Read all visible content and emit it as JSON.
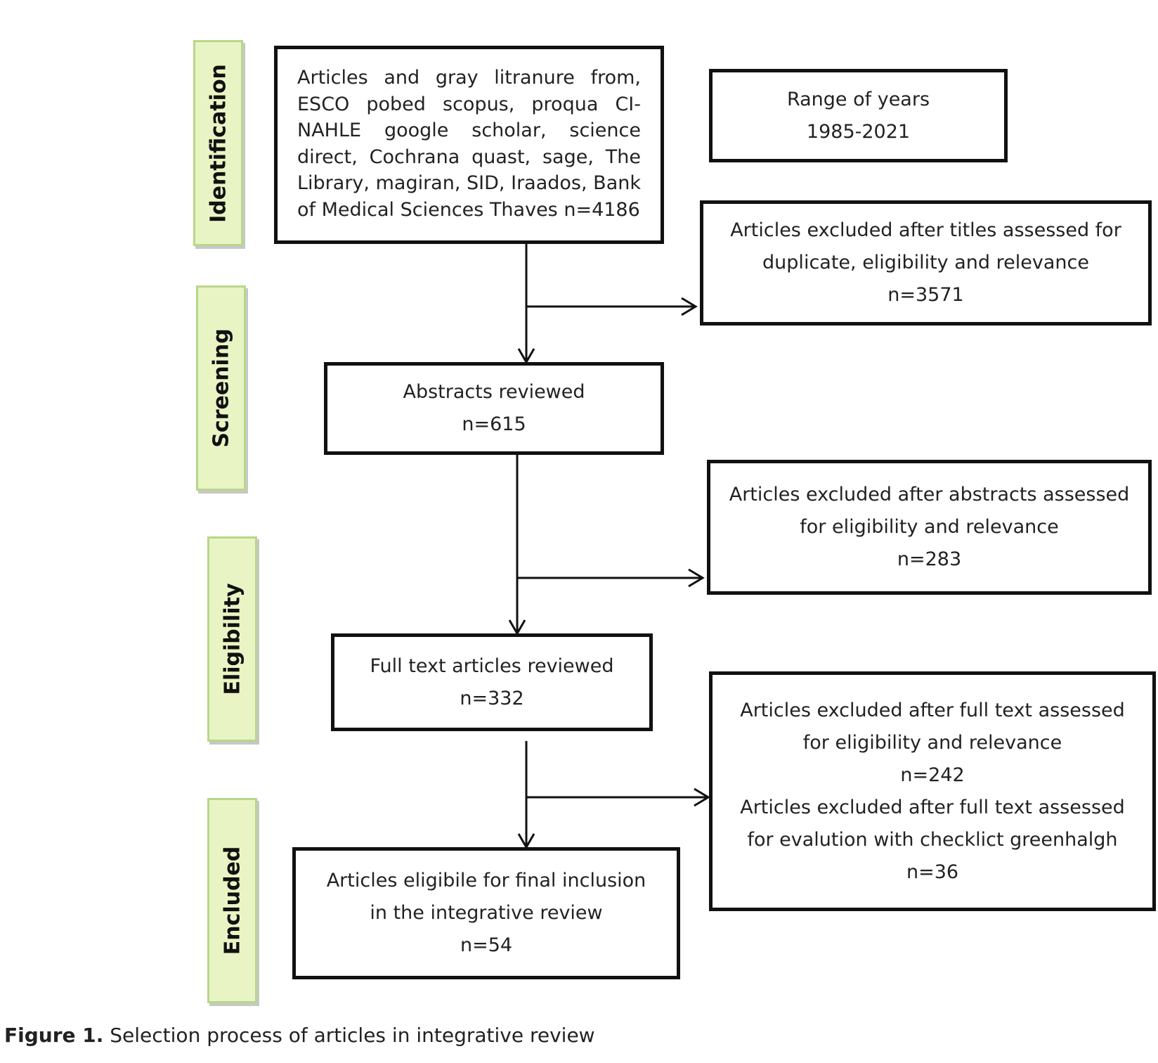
{
  "stages": {
    "identification": "Identification",
    "screening": "Screening",
    "eligibility": "Eligibility",
    "included": "Encluded"
  },
  "boxes": {
    "sources": {
      "lines": [
        "Articles and gray litranure from,",
        "ESCO pobed scopus, proqua CI-",
        "NAHLE google scholar, science",
        "direct, Cochrana quast, sage, The",
        "Library, magiran, SID, Iraados, Bank",
        "of Medical Sciences Thaves n=4186"
      ]
    },
    "range": {
      "lines": [
        "Range of years",
        "1985-2021"
      ]
    },
    "excluded_titles": {
      "lines": [
        "Articles excluded after titles assessed for",
        "duplicate, eligibility and relevance",
        "n=3571"
      ]
    },
    "abstracts": {
      "lines": [
        "Abstracts reviewed",
        "n=615"
      ]
    },
    "excluded_abstracts": {
      "lines": [
        "Articles excluded after abstracts assessed",
        "for eligibility and relevance",
        "n=283"
      ]
    },
    "fulltext": {
      "lines": [
        "Full text articles reviewed",
        "n=332"
      ]
    },
    "excluded_fulltext": {
      "lines": [
        "Articles excluded after full text assessed",
        "for eligibility and relevance",
        "n=242",
        "Articles excluded after full text assessed",
        "for evalution with checklict greenhalgh",
        "n=36"
      ]
    },
    "included": {
      "lines": [
        "Articles eligibile for final inclusion",
        "in the integrative review",
        "n=54"
      ]
    }
  },
  "caption": {
    "label": "Figure 1.",
    "text": " Selection process of articles in integrative review"
  }
}
